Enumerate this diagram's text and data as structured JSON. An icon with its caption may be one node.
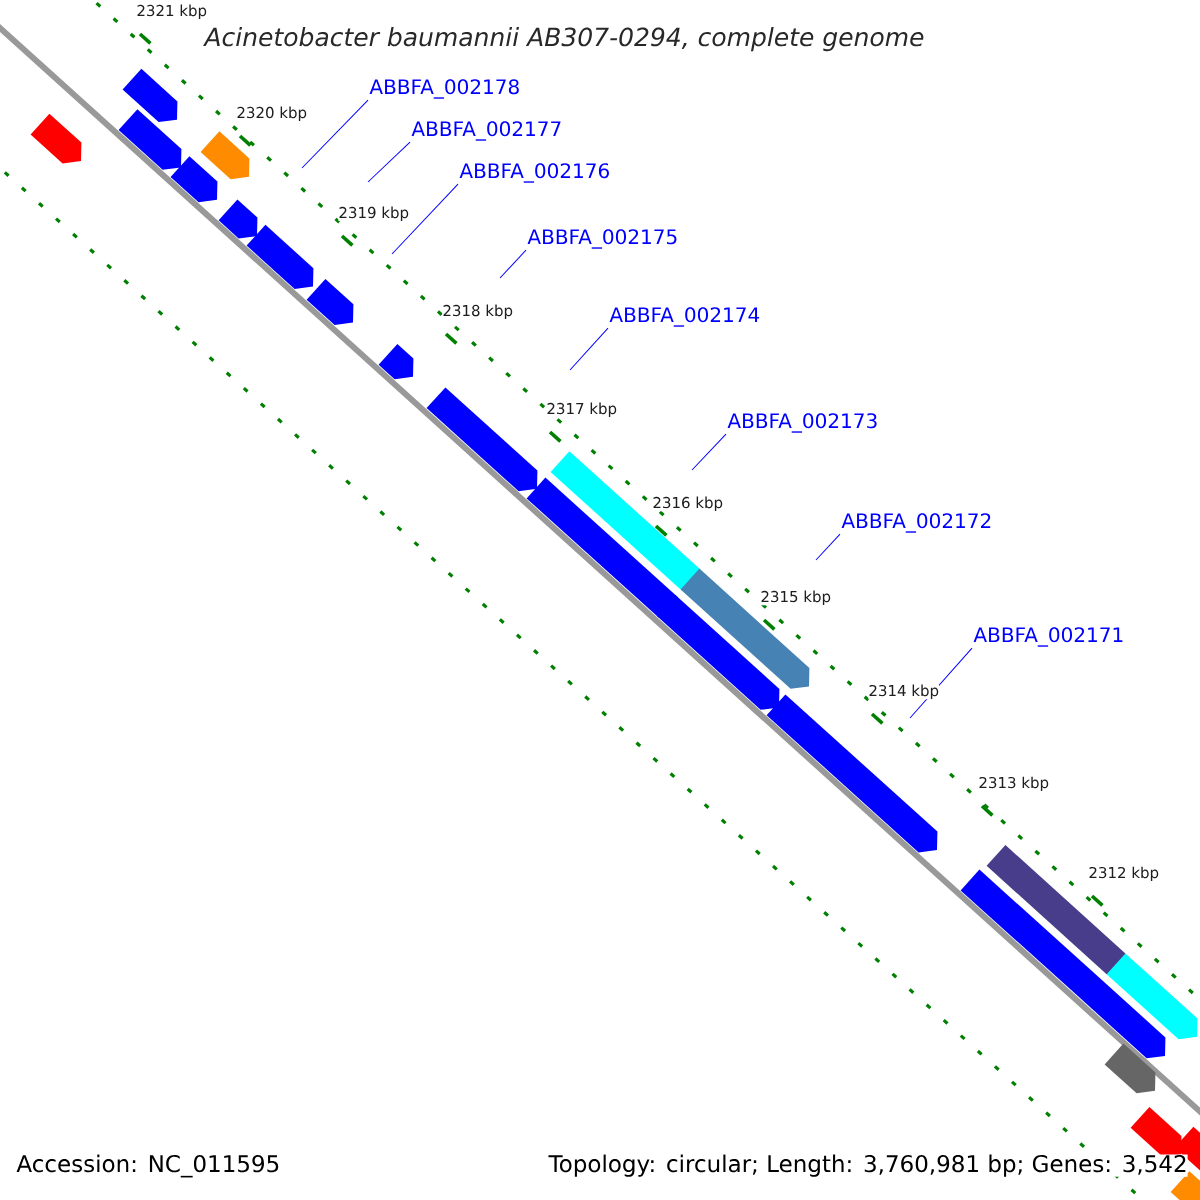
{
  "diagram": {
    "title": "Acinetobacter baumannii AB307-0294, complete genome",
    "nodes": [
      {
        "text": [
          "ABBFA_002178"
        ]
      },
      {
        "text": [
          "ABBFA_002177"
        ]
      },
      {
        "text": [
          "ABBFA_002176"
        ]
      },
      {
        "text": [
          "ABBFA_002175"
        ]
      },
      {
        "text": [
          "ABBFA_002174"
        ]
      },
      {
        "text": [
          "ABBFA_002173"
        ]
      },
      {
        "text": [
          "ABBFA_002172"
        ]
      },
      {
        "text": [
          "ABBFA_002171"
        ]
      }
    ],
    "edges": [
      {
        "from": 0,
        "to": null,
        "arrow": "none"
      },
      {
        "from": 1,
        "to": null,
        "arrow": "none"
      },
      {
        "from": 2,
        "to": null,
        "arrow": "none"
      },
      {
        "from": 3,
        "to": null,
        "arrow": "none"
      },
      {
        "from": 4,
        "to": null,
        "arrow": "none"
      },
      {
        "from": 5,
        "to": null,
        "arrow": "none"
      },
      {
        "from": 6,
        "to": null,
        "arrow": "none"
      },
      {
        "from": 7,
        "to": null,
        "arrow": "none"
      }
    ],
    "labels": [
      "2321 kbp",
      "2320 kbp",
      "2319 kbp",
      "2318 kbp",
      "2317 kbp",
      "2316 kbp",
      "2315 kbp",
      "2314 kbp",
      "2313 kbp",
      "2312 kbp",
      "Accession: NC_011595",
      "Topology: circular; Length: 3,760,981 bp; Genes: 3,542"
    ]
  }
}
